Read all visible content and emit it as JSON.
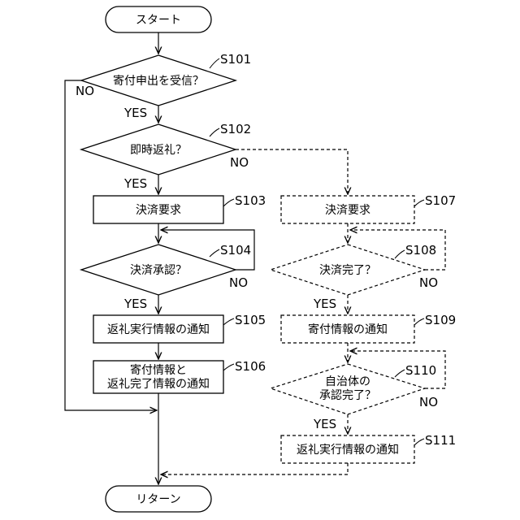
{
  "start_label": "スタート",
  "end_label": "リターン",
  "answers": {
    "yes": "YES",
    "no": "NO"
  },
  "steps": {
    "s101": {
      "code": "S101",
      "text": "寄付申出を受信？"
    },
    "s102": {
      "code": "S102",
      "text": "即時返礼？"
    },
    "s103": {
      "code": "S103",
      "text": "決済要求"
    },
    "s104": {
      "code": "S104",
      "text": "決済承認？"
    },
    "s105": {
      "code": "S105",
      "text": "返礼実行情報の通知"
    },
    "s106": {
      "code": "S106",
      "line1": "寄付情報と",
      "line2": "返礼完了情報の通知"
    },
    "s107": {
      "code": "S107",
      "text": "決済要求"
    },
    "s108": {
      "code": "S108",
      "text": "決済完了？"
    },
    "s109": {
      "code": "S109",
      "text": "寄付情報の通知"
    },
    "s110": {
      "code": "S110",
      "line1": "自治体の",
      "line2": "承認完了？"
    },
    "s111": {
      "code": "S111",
      "text": "返礼実行情報の通知"
    }
  }
}
